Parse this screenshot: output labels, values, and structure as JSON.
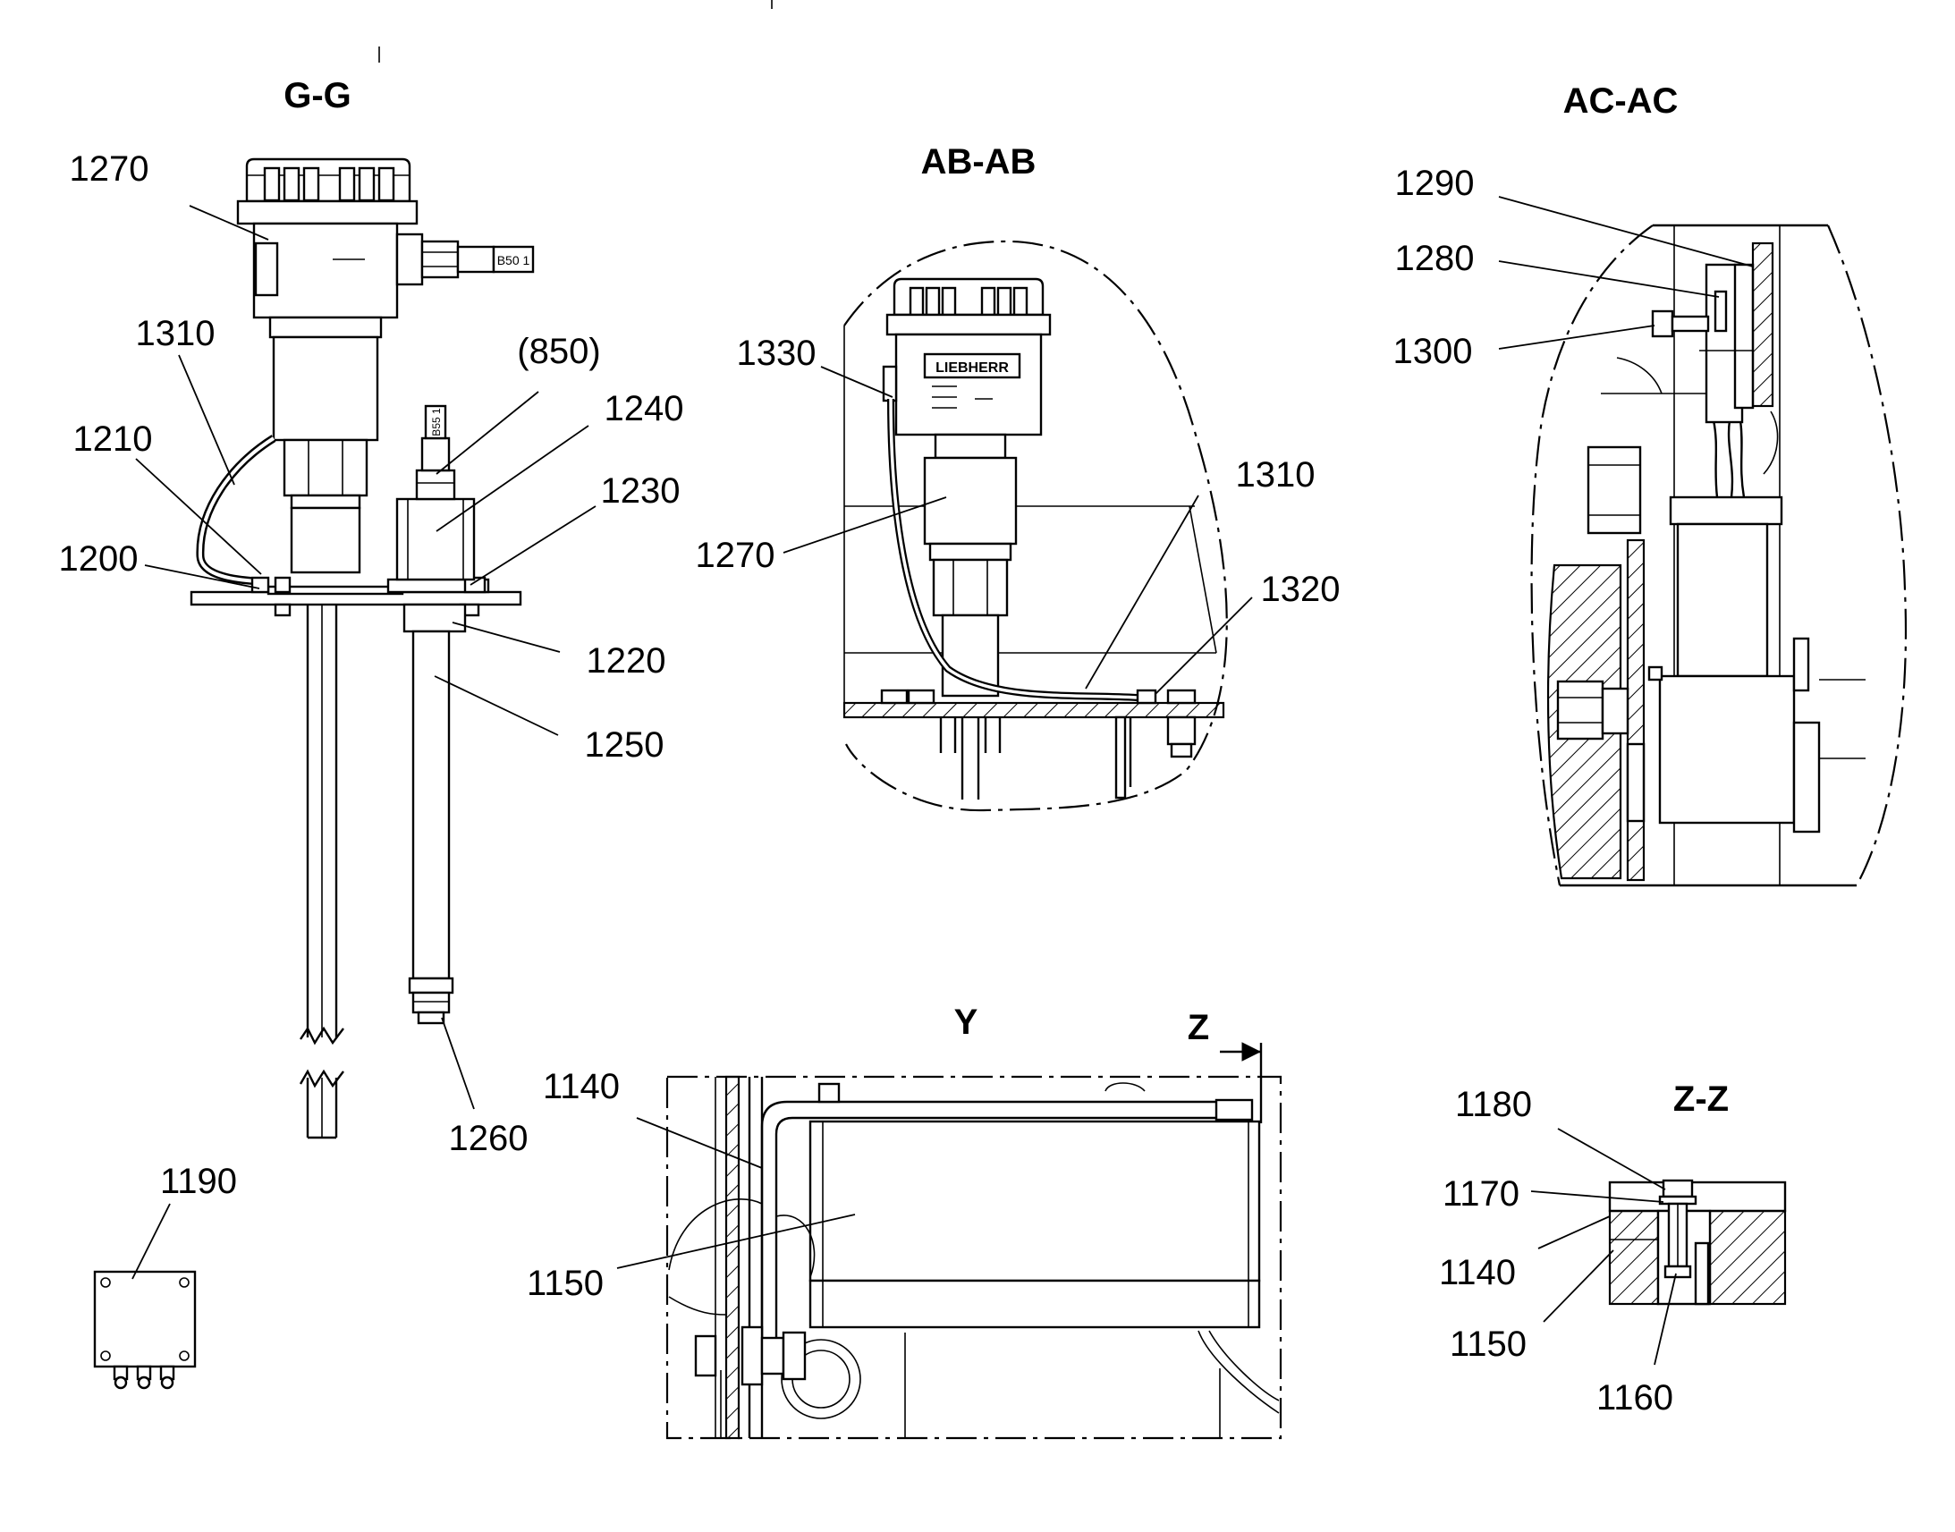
{
  "views": {
    "gg": "G-G",
    "abab": "AB-AB",
    "acac": "AC-AC",
    "y": "Y",
    "z_top": "Z",
    "z_bottom": "Z",
    "zz": "Z-Z"
  },
  "labels": {
    "gg_1270": "1270",
    "gg_1310": "1310",
    "gg_850": "(850)",
    "gg_1240": "1240",
    "gg_1210": "1210",
    "gg_1230": "1230",
    "gg_1200": "1200",
    "gg_1220": "1220",
    "gg_1250": "1250",
    "gg_1260": "1260",
    "box_1190": "1190",
    "ab_1330": "1330",
    "ab_1270": "1270",
    "ab_1310": "1310",
    "ab_1320": "1320",
    "ac_1290": "1290",
    "ac_1280": "1280",
    "ac_1300": "1300",
    "y_1140": "1140",
    "y_1150": "1150",
    "zz_1180": "1180",
    "zz_1170": "1170",
    "zz_1140": "1140",
    "zz_1150": "1150",
    "zz_1160": "1160"
  },
  "plates": {
    "housing_brand": "LIEBHERR",
    "tag_1": "B50 1",
    "tag_2": "B55 1"
  }
}
